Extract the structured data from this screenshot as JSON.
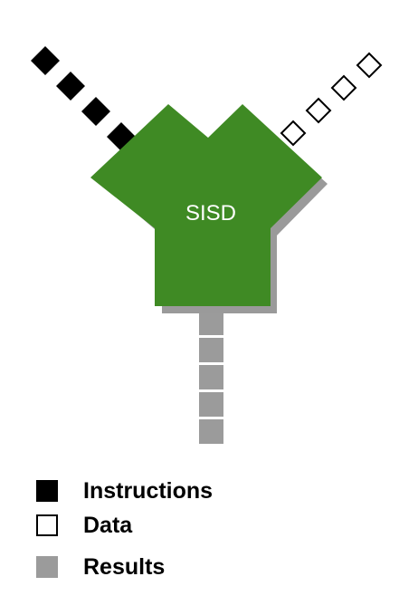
{
  "processor": {
    "label": "SISD"
  },
  "streams": {
    "instructions": {
      "count": 4
    },
    "data": {
      "count": 4
    },
    "results": {
      "count": 5
    }
  },
  "legend": {
    "instructions": "Instructions",
    "data": "Data",
    "results": "Results"
  },
  "colors": {
    "processor_fill": "#3f8a24",
    "processor_shadow": "#9a9a9a",
    "processor_text": "#ffffff",
    "instruction_block": "#000000",
    "data_block": "#ffffff",
    "data_block_border": "#000000",
    "result_block": "#9b9b9b"
  }
}
